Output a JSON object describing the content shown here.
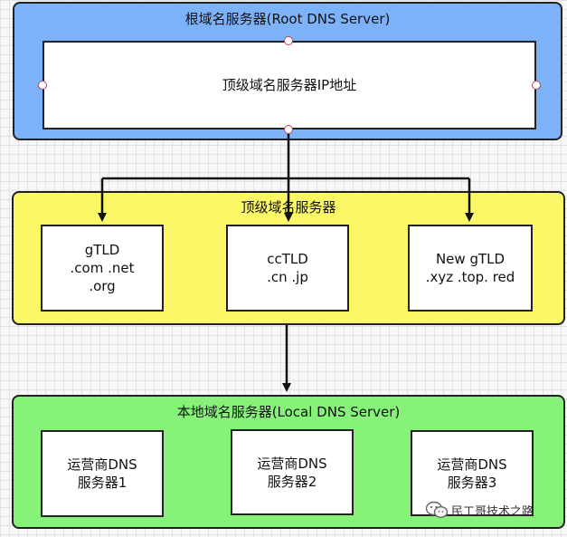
{
  "root_server": {
    "title": "根域名服务器(Root DNS Server)",
    "inner_label": "顶级域名服务器IP地址"
  },
  "tld_server": {
    "title": "顶级域名服务器",
    "boxes": [
      {
        "label": "gTLD\n.com .net\n.org"
      },
      {
        "label": "ccTLD\n.cn .jp"
      },
      {
        "label": "New gTLD\n.xyz .top. red"
      }
    ]
  },
  "local_server": {
    "title": "本地域名服务器(Local DNS Server)",
    "boxes": [
      {
        "label": "运营商DNS\n服务器1"
      },
      {
        "label": "运营商DNS\n服务器2"
      },
      {
        "label": "运营商DNS\n服务器3"
      }
    ]
  },
  "watermark": {
    "text": "民工哥技术之路",
    "icon": "wechat-icon"
  }
}
